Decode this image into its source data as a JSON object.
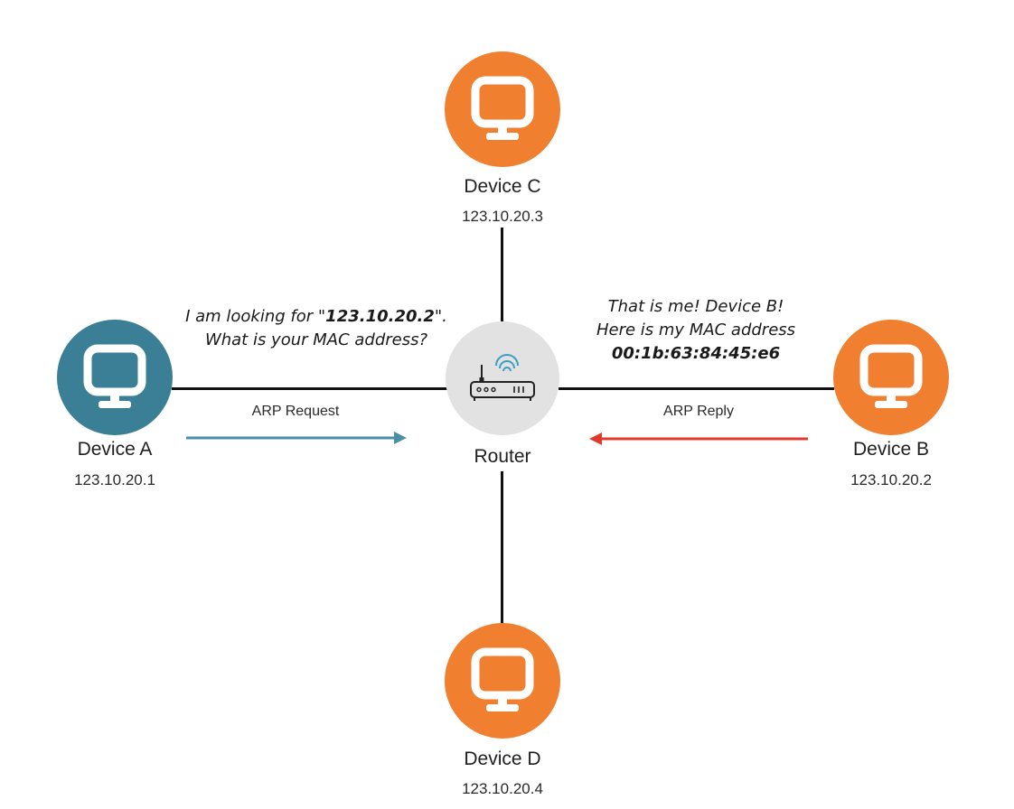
{
  "devices": {
    "a": {
      "name": "Device A",
      "ip": "123.10.20.1",
      "color": "#3a7f95"
    },
    "b": {
      "name": "Device B",
      "ip": "123.10.20.2",
      "color": "#f07f30"
    },
    "c": {
      "name": "Device C",
      "ip": "123.10.20.3",
      "color": "#f07f30"
    },
    "d": {
      "name": "Device D",
      "ip": "123.10.20.4",
      "color": "#f07f30"
    }
  },
  "router": {
    "name": "Router",
    "color": "#e2e2e2"
  },
  "request": {
    "label": "ARP Request",
    "color": "#4a8fa6",
    "message_prefix": "I am looking for \"",
    "message_ip": "123.10.20.2",
    "message_suffix": "\".",
    "message_line2": "What is your MAC address?"
  },
  "reply": {
    "label": "ARP Reply",
    "color": "#e03a2f",
    "message_line1": "That is me! Device B!",
    "message_line2": "Here is my MAC address",
    "message_mac": "00:1b:63:84:45:e6"
  }
}
